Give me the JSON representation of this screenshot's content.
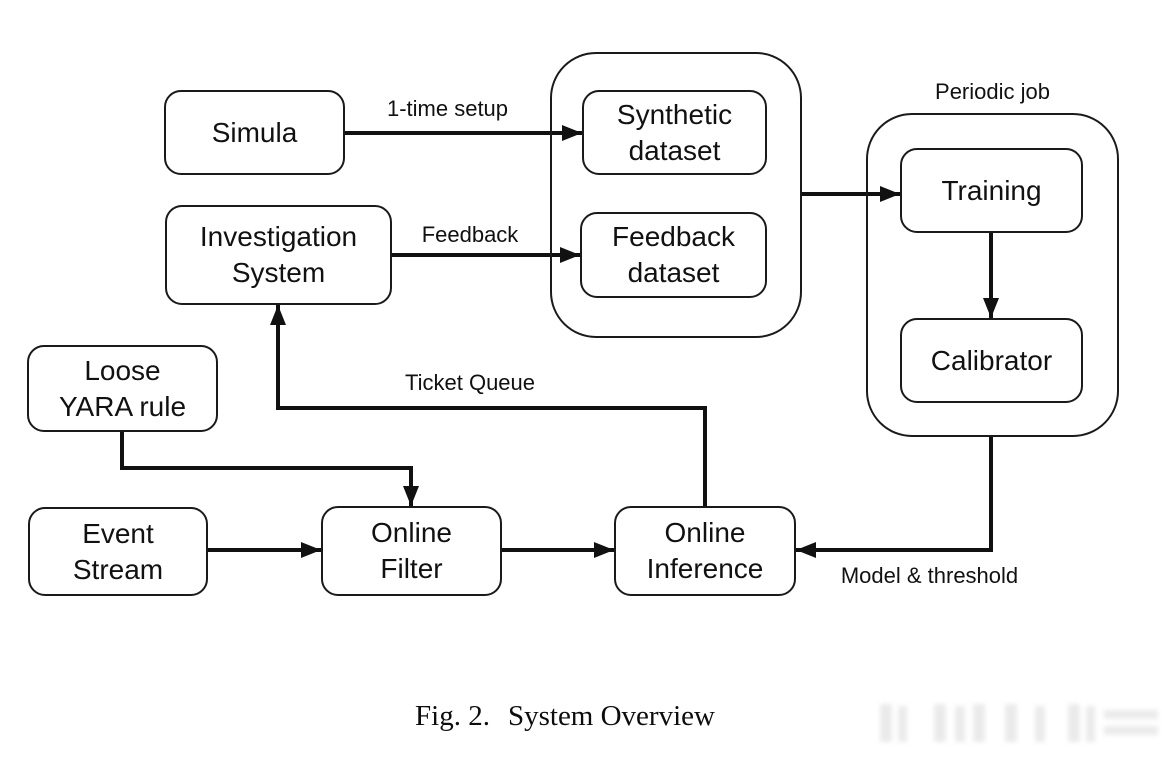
{
  "diagram": {
    "nodes": {
      "simula": {
        "label": "Simula"
      },
      "investigation_system": {
        "label": "Investigation\nSystem"
      },
      "loose_yara": {
        "label": "Loose\nYARA rule"
      },
      "event_stream": {
        "label": "Event\nStream"
      },
      "online_filter": {
        "label": "Online\nFilter"
      },
      "online_inference": {
        "label": "Online\nInference"
      },
      "synthetic_dataset": {
        "label": "Synthetic\ndataset"
      },
      "feedback_dataset": {
        "label": "Feedback\ndataset"
      },
      "training": {
        "label": "Training"
      },
      "calibrator": {
        "label": "Calibrator"
      }
    },
    "groups": {
      "periodic_job": {
        "label": "Periodic job"
      }
    },
    "edge_labels": {
      "one_time_setup": "1-time setup",
      "feedback": "Feedback",
      "ticket_queue": "Ticket Queue",
      "model_threshold": "Model & threshold"
    }
  },
  "caption": {
    "figure": "Fig. 2.",
    "title": "System Overview"
  },
  "colors": {
    "line": "#111111",
    "box_border": "#1a1a1a",
    "background": "#ffffff",
    "text": "#111111",
    "watermark": "#e7e7e7"
  }
}
